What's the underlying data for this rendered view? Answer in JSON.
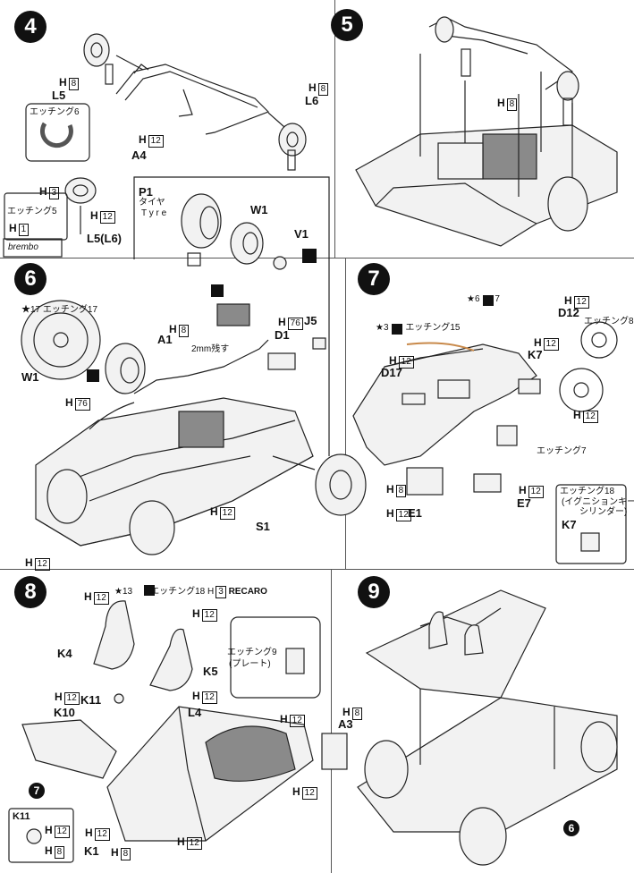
{
  "steps": [
    "4",
    "5",
    "6",
    "7",
    "8",
    "9"
  ],
  "step4": {
    "h8_a": "H",
    "h8_a_num": "8",
    "l5": "L5",
    "h8_b": "H",
    "h8_b_num": "8",
    "l6": "L6",
    "h12_a": "H",
    "h12_a_num": "12",
    "a4": "A4",
    "etching6": "エッチング",
    "etching6_num": "6",
    "h3": "H",
    "h3_num": "3",
    "etching5": "エッチング",
    "etching5_num": "5",
    "h1": "H",
    "h1_num": "1",
    "h12_b": "H",
    "h12_b_num": "12",
    "l5l6": "L5(L6)",
    "brembo": "brembo"
  },
  "tyre": {
    "p1": "P1",
    "taiya": "タイヤ",
    "tyre": "T y r e",
    "w1": "W1",
    "v1": "V1"
  },
  "step5": {
    "h8": "H",
    "h8_num": "8"
  },
  "step6": {
    "etching17": "エッチング",
    "etching17_num": "17",
    "star_num": "17",
    "w1": "W1",
    "a1": "A1",
    "h8": "H",
    "h8_num": "8",
    "cut_note": "2mm残す",
    "h76": "H",
    "h76_num": "76",
    "d1": "D1",
    "j5": "J5",
    "h76_b": "H",
    "h76_b_num": "76",
    "h12_a": "H",
    "h12_a_num": "12",
    "h12_b": "H",
    "h12_b_num": "12",
    "s1": "S1"
  },
  "step7": {
    "star6": "6",
    "star6_b": "7",
    "star3": "3",
    "etching15": "エッチング",
    "etching15_num": "15",
    "h12_a": "H",
    "h12_a_num": "12",
    "d17": "D17",
    "h12_b": "H",
    "h12_b_num": "12",
    "k7": "K7",
    "h12_c": "H",
    "h12_c_num": "12",
    "d12": "D12",
    "etching8": "エッチング",
    "etching8_num": "8",
    "h12_d": "H",
    "h12_d_num": "12",
    "etching7": "エッチング",
    "etching7_num": "7",
    "h8": "H",
    "h8_num": "8",
    "h12_e": "H",
    "h12_e_num": "12",
    "e7": "E7",
    "h12_f": "H",
    "h12_f_num": "12",
    "e1": "E1",
    "etching18": "エッチング",
    "etching18_num": "18",
    "ignition": "(イグニションキー",
    "cylinder": "シリンダー)",
    "k7_b": "K7"
  },
  "step8": {
    "star13": "13",
    "etching18": "エッチング",
    "etching18_num": "18",
    "h3": "H",
    "h3_num": "3",
    "recaro": "RECARO",
    "h12_a": "H",
    "h12_a_num": "12",
    "h12_b": "H",
    "h12_b_num": "12",
    "k4": "K4",
    "k5": "K5",
    "h12_c": "H",
    "h12_c_num": "12",
    "h12_d": "H",
    "h12_d_num": "12",
    "k11": "K11",
    "k10": "K10",
    "etching9": "エッチング",
    "etching9_num": "9",
    "plate": "(プレート)",
    "l4": "L4",
    "h12_e": "H",
    "h12_e_num": "12",
    "h12_f": "H",
    "h12_f_num": "12",
    "h12_g": "H",
    "h12_g_num": "12",
    "h12_h": "H",
    "h12_h_num": "12",
    "k1": "K1",
    "h8": "H",
    "h8_num": "8",
    "seven": "7",
    "k11_box": "K11",
    "k11_h12": "H",
    "k11_h12_num": "12",
    "k11_h8": "H",
    "k11_h8_num": "8"
  },
  "step9": {
    "h8": "H",
    "h8_num": "8",
    "a3": "A3",
    "six": "6"
  }
}
